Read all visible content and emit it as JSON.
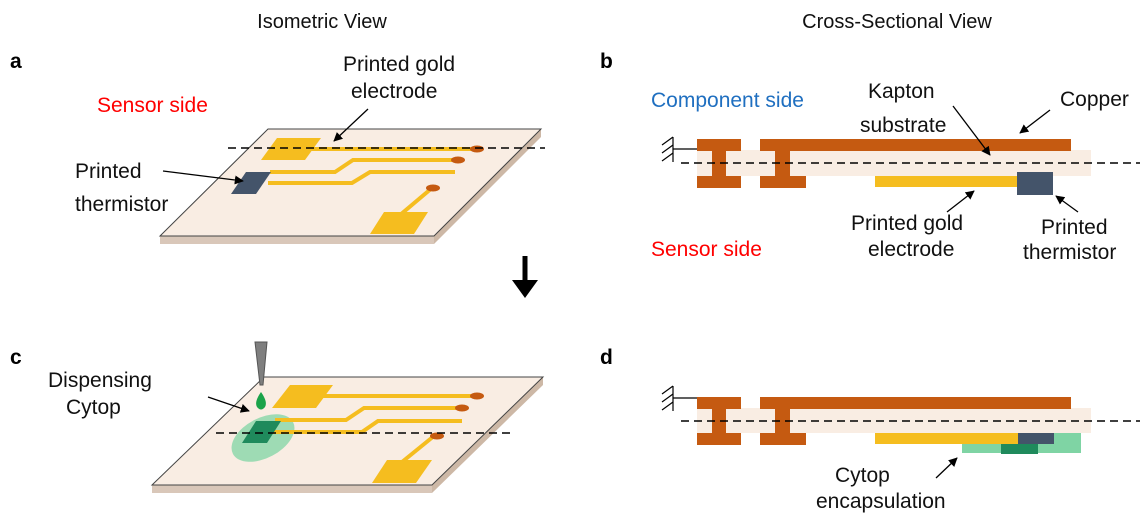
{
  "headers": {
    "isometric": "Isometric View",
    "cross_sectional": "Cross-Sectional View"
  },
  "panels": {
    "a": {
      "letter": "a",
      "sensor_side": "Sensor side",
      "gold_line1": "Printed gold",
      "gold_line2": "electrode",
      "thermistor_line1": "Printed",
      "thermistor_line2": "thermistor"
    },
    "b": {
      "letter": "b",
      "component_side": "Component side",
      "kapton_line1": "Kapton",
      "kapton_line2": "substrate",
      "copper": "Copper",
      "gold_line1": "Printed gold",
      "gold_line2": "electrode",
      "thermistor_line1": "Printed",
      "thermistor_line2": "thermistor",
      "sensor_side": "Sensor side"
    },
    "c": {
      "letter": "c",
      "dispense_line1": "Dispensing",
      "dispense_line2": "Cytop"
    },
    "d": {
      "letter": "d",
      "cytop_line1": "Cytop",
      "cytop_line2": "encapsulation"
    }
  },
  "colors": {
    "substrate": "#f9ede3",
    "gold": "#f5bd1f",
    "copper": "#c55a11",
    "thermistor": "#44546a",
    "cytop_light": "#7fd4a4",
    "cytop_dark": "#1f8a5c",
    "sensor_side_text": "#ff0000",
    "component_side_text": "#1f6fc0"
  }
}
